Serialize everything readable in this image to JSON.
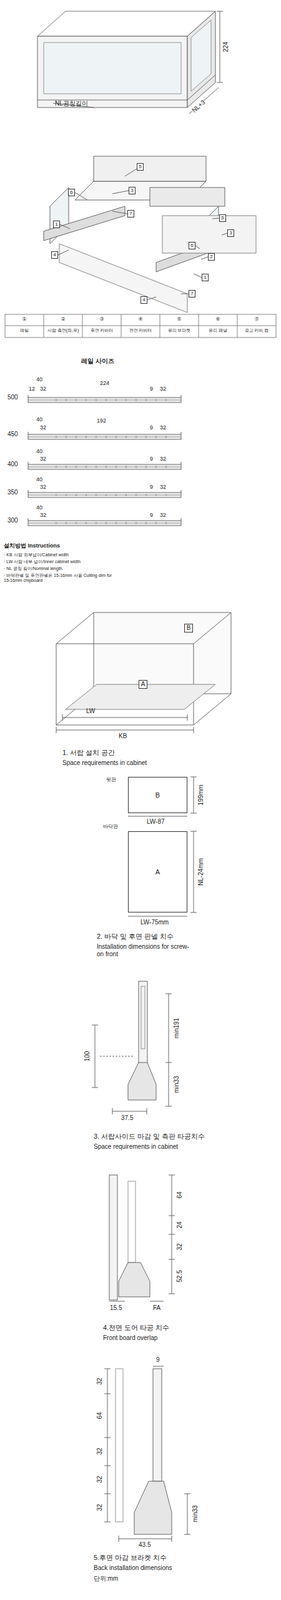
{
  "diagram": {
    "nodes": [
      {
        "text": [
          "5"
        ]
      },
      {
        "text": [
          "3"
        ]
      },
      {
        "text": [
          "6"
        ]
      },
      {
        "text": [
          "7"
        ]
      },
      {
        "text": [
          "1"
        ]
      },
      {
        "text": [
          "4"
        ]
      },
      {
        "text": [
          "5"
        ]
      },
      {
        "text": [
          "3"
        ]
      },
      {
        "text": [
          "6"
        ]
      },
      {
        "text": [
          "2"
        ]
      },
      {
        "text": [
          "1"
        ]
      },
      {
        "text": [
          "7"
        ]
      },
      {
        "text": [
          "4"
        ]
      },
      {
        "text": [
          "B"
        ]
      },
      {
        "text": [
          "A"
        ]
      },
      {
        "text": [
          "B"
        ]
      },
      {
        "text": [
          "A"
        ]
      }
    ],
    "labels": [
      "NL공칭길이",
      "224",
      "NL+3",
      "①",
      "②",
      "③",
      "④",
      "⑤",
      "⑥",
      "⑦",
      "레일",
      "서랍 측면(좌,우)",
      "후면 커버터",
      "전면 커버터",
      "유리 브라켓",
      "유리 패널",
      "로고 커버 캡",
      "레일 사이즈",
      "40",
      "12",
      "32",
      "224",
      "9",
      "32",
      "500",
      "40",
      "32",
      "192",
      "9",
      "32",
      "450",
      "40",
      "32",
      "9",
      "32",
      "400",
      "40",
      "32",
      "9",
      "32",
      "350",
      "40",
      "32",
      "9",
      "32",
      "300",
      "설치방법 Instructions",
      "· KB 서랍 외부넓이/Cabinet width",
      "· LW 서랍 내부 넓이/Inner cabinet width",
      "· NL 공칭 길이/Nominal length.",
      "· 바닥판넬 및 후면판넬은 15-16mm 사용 Cutting dim for 15-16mm chipboard",
      "LW",
      "KB",
      "1. 서랍 설치 공간",
      "Space requirements in cabinet",
      "뒷판",
      "199mm",
      "LW-87",
      "바닥판",
      "NL-24mm",
      "LW-75mm",
      "2. 바닥 및 후면 판넬 치수",
      "Installation dimensions for screw-on front",
      "100",
      "min191",
      "min33",
      "37.5",
      "3. 서랍사이드 마감 및 측판 타공치수",
      "Space requirements in cabinet",
      "64",
      "24",
      "32",
      "52.5",
      "15.5",
      "FA",
      "4.전면 도어 타공 치수",
      "Front board overlap",
      "9",
      "32",
      "64",
      "32",
      "32",
      "32",
      "min33",
      "43.5",
      "5.후면 마감 브라켓 치수",
      "Back installation dimensions",
      "단위:mm"
    ]
  }
}
